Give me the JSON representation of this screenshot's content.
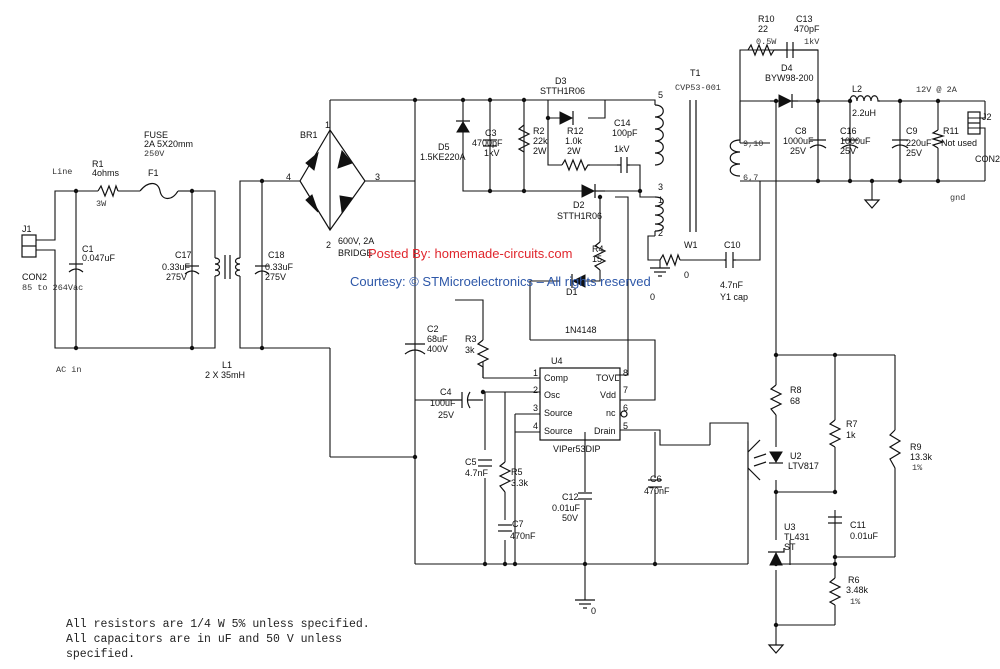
{
  "banner": {
    "posted": "Posted By: homemade-circuits.com",
    "courtesy": "Courtesy: © STMicroelectronics – All rights reserved"
  },
  "labels": {
    "j1": "J1",
    "con2_left": "CON2",
    "input_range": "85 to 264Vac",
    "line": "Line",
    "ac_in": "AC in",
    "r1": "R1",
    "r1_val": "4ohms",
    "r1_pw": "3W",
    "fuse": "FUSE",
    "fuse_size": "2A 5X20mm",
    "fuse_v": "250V",
    "f1": "F1",
    "c1": "C1",
    "c1_val": "0.047uF",
    "c17": "C17",
    "c17_val": "0.33uF",
    "c17_v": "275V",
    "c18": "C18",
    "c18_val": "0.33uF",
    "c18_v": "275V",
    "l1": "L1",
    "l1_val": "2 X 35mH",
    "br1": "BR1",
    "br1_val": "600V, 2A",
    "br1_type": "BRIDGE",
    "pin4": "4",
    "pin3": "3",
    "pin2": "2",
    "pin1": "1",
    "c2": "C2",
    "c2_val": "68uF",
    "c2_v": "400V",
    "d5": "D5",
    "d5_val": "1.5KE220A",
    "c3": "C3",
    "c3_val": "4700pF",
    "c3_v": "1kV",
    "r2": "R2",
    "r2_val": "22k",
    "r2_pw": "2W",
    "r12": "R12",
    "r12_val": "1.0k",
    "r12_pw": "2W",
    "c14": "C14",
    "c14_val": "100pF",
    "c14_v": "1kV",
    "d3": "D3",
    "d3_val": "STTH1R06",
    "d2": "D2",
    "d2_val": "STTH1R06",
    "t1": "T1",
    "t1_val": "CVP53-001",
    "t_pin5": "5",
    "t_pin3": "3",
    "t_pin2": "2",
    "t_pin1": "1",
    "t_pin910": "9,10",
    "t_pin67": "6,7",
    "r4": "R4",
    "r4_val": "15",
    "d1": "D1",
    "d1_val": "1N4148",
    "w1": "W1",
    "w1_val": "0",
    "c10": "C10",
    "c10_val": "4.7nF",
    "c10_type": "Y1 cap",
    "gnd0_a": "0",
    "gnd0_b": "0",
    "r3": "R3",
    "r3_val": "3k",
    "c4": "C4",
    "c4_val": "100uF",
    "c4_v": "25V",
    "u4": "U4",
    "u4_val": "VIPer53DIP",
    "u4_comp": "Comp",
    "u4_osc": "Osc",
    "u4_src1": "Source",
    "u4_src2": "Source",
    "u4_tovl": "TOVL",
    "u4_vdd": "Vdd",
    "u4_nc": "nc",
    "u4_drain": "Drain",
    "u4_p1": "1",
    "u4_p2": "2",
    "u4_p3": "3",
    "u4_p4": "4",
    "u4_p5": "5",
    "u4_p6": "6",
    "u4_p7": "7",
    "u4_p8": "8",
    "c5": "C5",
    "c5_val": "4.7nF",
    "r5": "R5",
    "r5_val": "3.3k",
    "c7": "C7",
    "c7_val": "470nF",
    "c12": "C12",
    "c12_val": "0.01uF",
    "c12_v": "50V",
    "c6": "C6",
    "c6_val": "470nF",
    "r10": "R10",
    "r10_val": "22",
    "r10_pw": "0.5W",
    "c13": "C13",
    "c13_val": "470pF",
    "c13_v": "1kV",
    "d4": "D4",
    "d4_val": "BYW98-200",
    "l2": "L2",
    "l2_val": "2.2uH",
    "out": "12V @ 2A",
    "c8": "C8",
    "c8_val": "1000uF",
    "c8_v": "25V",
    "c16": "C16",
    "c16_val": "1000uF",
    "c16_v": "25V",
    "c9": "C9",
    "c9_val": "220uF",
    "c9_v": "25V",
    "r11": "R11",
    "r11_val": "Not used",
    "j2": "J2",
    "con2_right": "CON2",
    "gnd": "gnd",
    "r8": "R8",
    "r8_val": "68",
    "u2": "U2",
    "u2_val": "LTV817",
    "r7": "R7",
    "r7_val": "1k",
    "r9": "R9",
    "r9_val": "13.3k",
    "r9_tol": "1%",
    "u3": "U3",
    "u3_val": "TL431",
    "u3_sub": "ST",
    "c11": "C11",
    "c11_val": "0.01uF",
    "r6": "R6",
    "r6_val": "3.48k",
    "r6_tol": "1%"
  },
  "notes": [
    "All resistors are 1/4 W 5% unless specified.",
    "All capacitors are in uF and 50 V unless",
    "specified."
  ]
}
